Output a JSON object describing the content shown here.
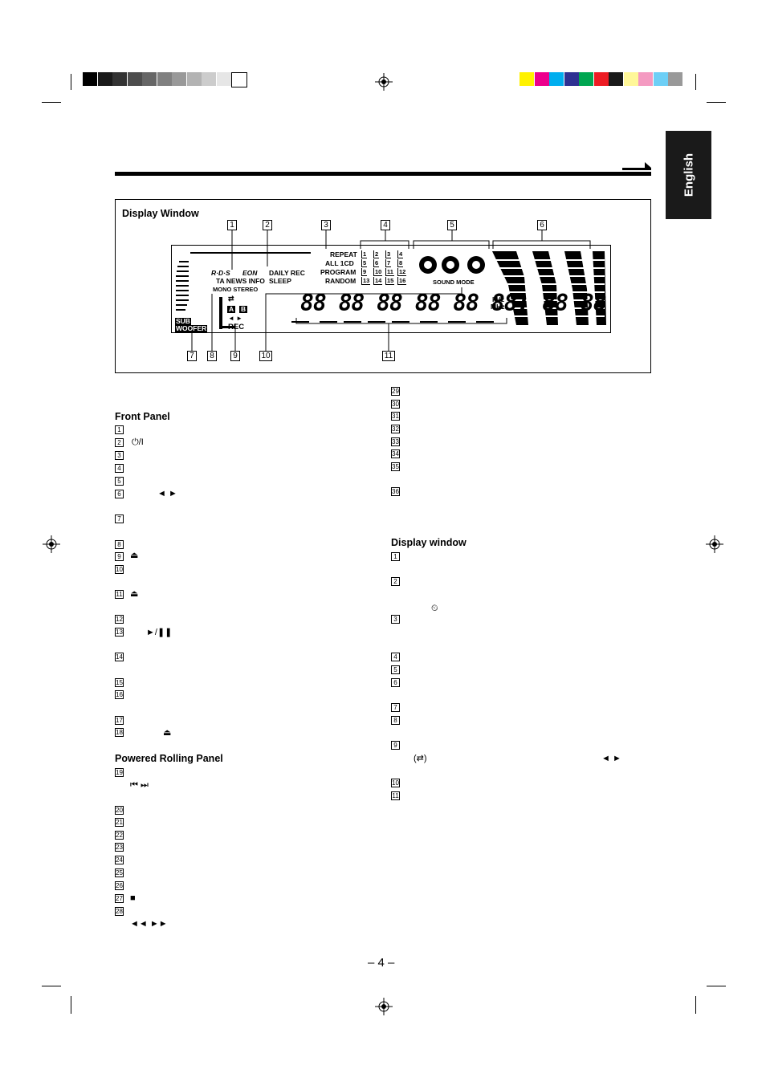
{
  "language_tab": "English",
  "display_box": {
    "title": "Display Window",
    "callouts_top": [
      "1",
      "2",
      "3",
      "4",
      "5",
      "6"
    ],
    "callouts_bottom": [
      "7",
      "8",
      "9",
      "10",
      "11"
    ],
    "lcd": {
      "rds": "R·D·S",
      "eon": "EON",
      "ta_news_info": "TA NEWS INFO",
      "mono_stereo": "MONO STEREO",
      "daily_rec": "DAILY REC",
      "sleep": "SLEEP",
      "repeat": "REPEAT",
      "all_1cd": "ALL 1CD",
      "program": "PROGRAM",
      "random": "RANDOM",
      "disc_numbers": [
        "1",
        "2",
        "3",
        "4",
        "5",
        "6",
        "7",
        "8",
        "9",
        "10",
        "11",
        "12",
        "13",
        "14",
        "15",
        "16"
      ],
      "sound_mode": "SOUND MODE",
      "khz": "kHz",
      "mhz": "MHz",
      "sub": "SUB",
      "woofer": "WOOFER",
      "a": "A",
      "b": "B",
      "rec": "REC",
      "segments": "88 88 88 88 88 88: 88 88"
    }
  },
  "front_panel": {
    "title": "Front Panel",
    "numbers": [
      "1",
      "2",
      "3",
      "4",
      "5",
      "6",
      "7",
      "8",
      "9",
      "10",
      "11",
      "12",
      "13",
      "14",
      "15",
      "16",
      "17",
      "18"
    ],
    "symbols": {
      "n2": "⏻/I",
      "n6": "◄ ►",
      "n9": "⏏",
      "n11": "⏏",
      "n13": "►/❚❚",
      "n18": "⏏"
    }
  },
  "powered_rolling_panel": {
    "title": "Powered Rolling Panel",
    "numbers": [
      "19",
      "20",
      "21",
      "22",
      "23",
      "24",
      "25",
      "26",
      "27",
      "28"
    ],
    "symbols": {
      "n19": "⏮  ⏭",
      "n27": "■",
      "n28": "◄◄  ►►"
    }
  },
  "right_column": {
    "numbers": [
      "29",
      "30",
      "31",
      "32",
      "33",
      "34",
      "35",
      "36"
    ]
  },
  "display_window_section": {
    "title": "Display window",
    "numbers": [
      "1",
      "2",
      "3",
      "4",
      "5",
      "6",
      "7",
      "8",
      "9",
      "10",
      "11"
    ],
    "symbols": {
      "n2": "⏲",
      "n9_repeat": "(⇄)",
      "n9_arrows": "◄ ►"
    }
  },
  "page_number": "– 4 –",
  "colors": {
    "gray_swatches": [
      "#000000",
      "#1a1a1a",
      "#333333",
      "#4d4d4d",
      "#666666",
      "#808080",
      "#999999",
      "#b3b3b3",
      "#cccccc",
      "#e6e6e6",
      "#ffffff"
    ],
    "color_swatches": [
      "#fff200",
      "#ec008c",
      "#00aeef",
      "#2e3192",
      "#00a651",
      "#ed1c24",
      "#1a1a1a",
      "#fff799",
      "#f49ac1",
      "#6dcff6",
      "#999999"
    ]
  }
}
